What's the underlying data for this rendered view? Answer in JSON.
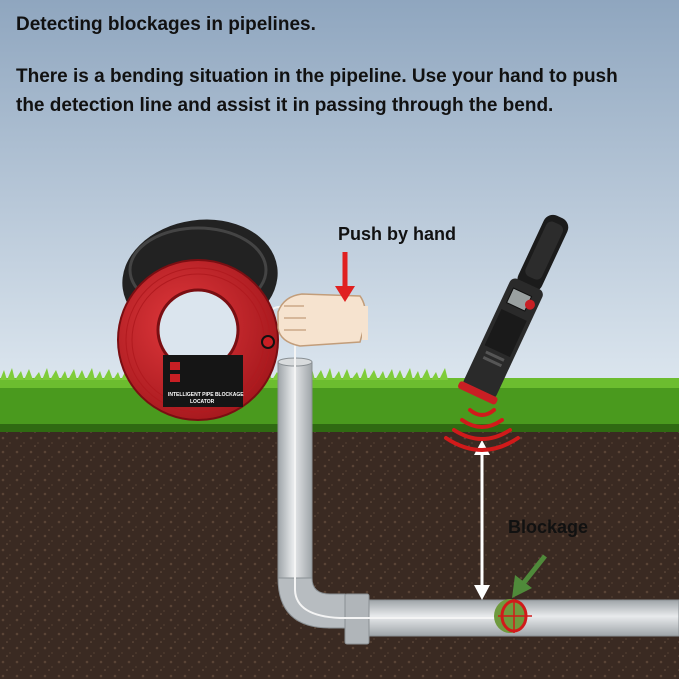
{
  "heading": "Detecting blockages in pipelines.",
  "instruction_line1": "There is a bending situation in the pipeline. Use your hand to push",
  "instruction_line2": "the detection line and assist it in passing through the bend.",
  "labels": {
    "push_by_hand": "Push by hand",
    "blockage": "Blockage"
  },
  "reel": {
    "front_text": "INTELLIGENT PIPE BLOCKAGE",
    "front_text2": "LOCATOR"
  },
  "colors": {
    "sky_top": "#8fa6bf",
    "sky_bottom": "#dbe5ee",
    "grass": "#4a9a1e",
    "soil": "#3a2a22",
    "reel_red": "#c81f24",
    "pipe": "#c9cdd0",
    "arrow_red": "#e02020",
    "arrow_green": "#4f8a3a",
    "signal_red": "#d11a1a"
  }
}
